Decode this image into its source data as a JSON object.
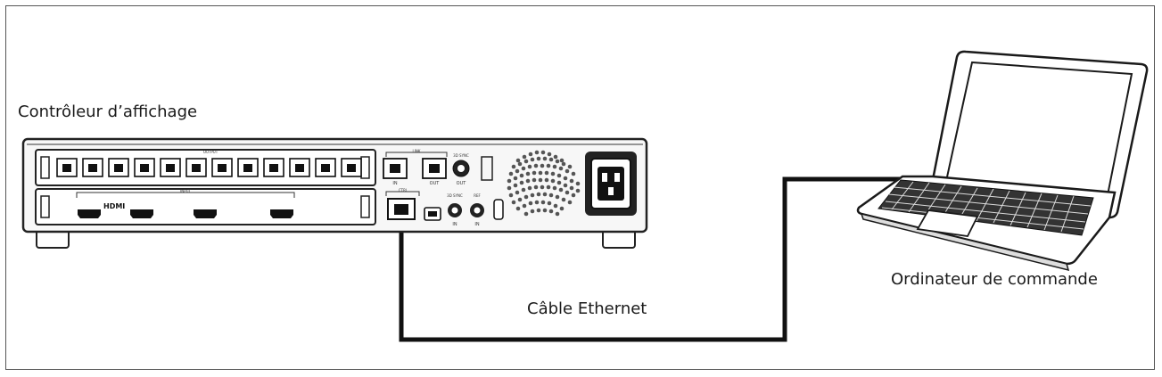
{
  "labels": {
    "controller": "Contrôleur d’affichage",
    "cable": "Câble Ethernet",
    "computer": "Ordinateur de commande"
  },
  "device_markings": {
    "output": "OUTPUT",
    "input": "INPUT",
    "hdmi": "HDMI",
    "link": "LINK",
    "link_in": "IN",
    "link_out": "OUT",
    "ctrl": "CTRL",
    "ref": "REF",
    "sync": "3D SYNC",
    "in_label": "IN",
    "out_label": "OUT"
  },
  "colors": {
    "line": "#111111",
    "frame": "#555555",
    "device_fill": "#f3f3f3",
    "text": "#1a1a1a"
  }
}
